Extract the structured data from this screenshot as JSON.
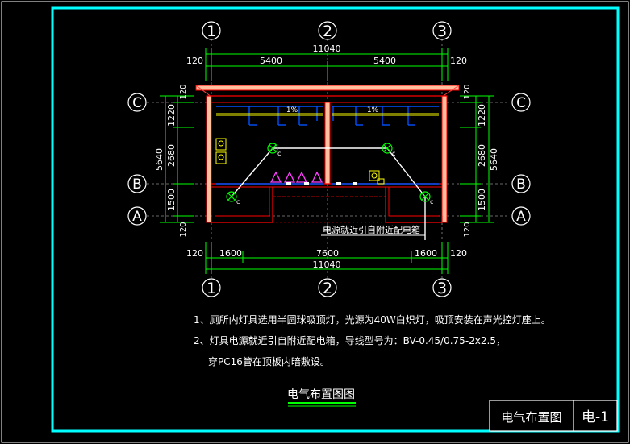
{
  "grid": {
    "cols": [
      "1",
      "2",
      "3"
    ],
    "rows": [
      "C",
      "B",
      "A"
    ]
  },
  "dims": {
    "top_total": "11040",
    "top_left_edge": "120",
    "top_right_edge": "120",
    "top_bay1": "5400",
    "top_bay2": "5400",
    "bottom_total": "11040",
    "bottom_left_edge": "120",
    "bottom_right_edge": "120",
    "bottom_seg1": "1600",
    "bottom_seg2": "7600",
    "bottom_seg3": "1600",
    "side_total": "5640",
    "side_top": "120",
    "side_c": "1220",
    "side_mid": "2680",
    "side_b": "1500",
    "side_bottom": "120"
  },
  "plan": {
    "note_left": "1%",
    "note_right": "1%",
    "lamp_label": "c",
    "callout": "电源就近引自附近配电箱"
  },
  "notes": {
    "line1": "1、厕所内灯具选用半圆球吸顶灯，光源为40W白炽灯，吸顶安装在声光控灯座上。",
    "line2": "2、灯具电源就近引自附近配电箱，导线型号为：BV-0.45/0.75-2x2.5，",
    "line3": "穿PC16管在顶板内暗敷设。"
  },
  "drawing_title": "电气布置图图",
  "title_block": {
    "name": "电气布置图",
    "number": "电-1"
  },
  "colors": {
    "frame": "#00ffff",
    "dim": "#00ff00",
    "wall": "#ff0000",
    "wall_fill": "#ffc0a0",
    "conduit": "#0050ff",
    "fixture": "#ffff00",
    "text": "#ffffff"
  }
}
